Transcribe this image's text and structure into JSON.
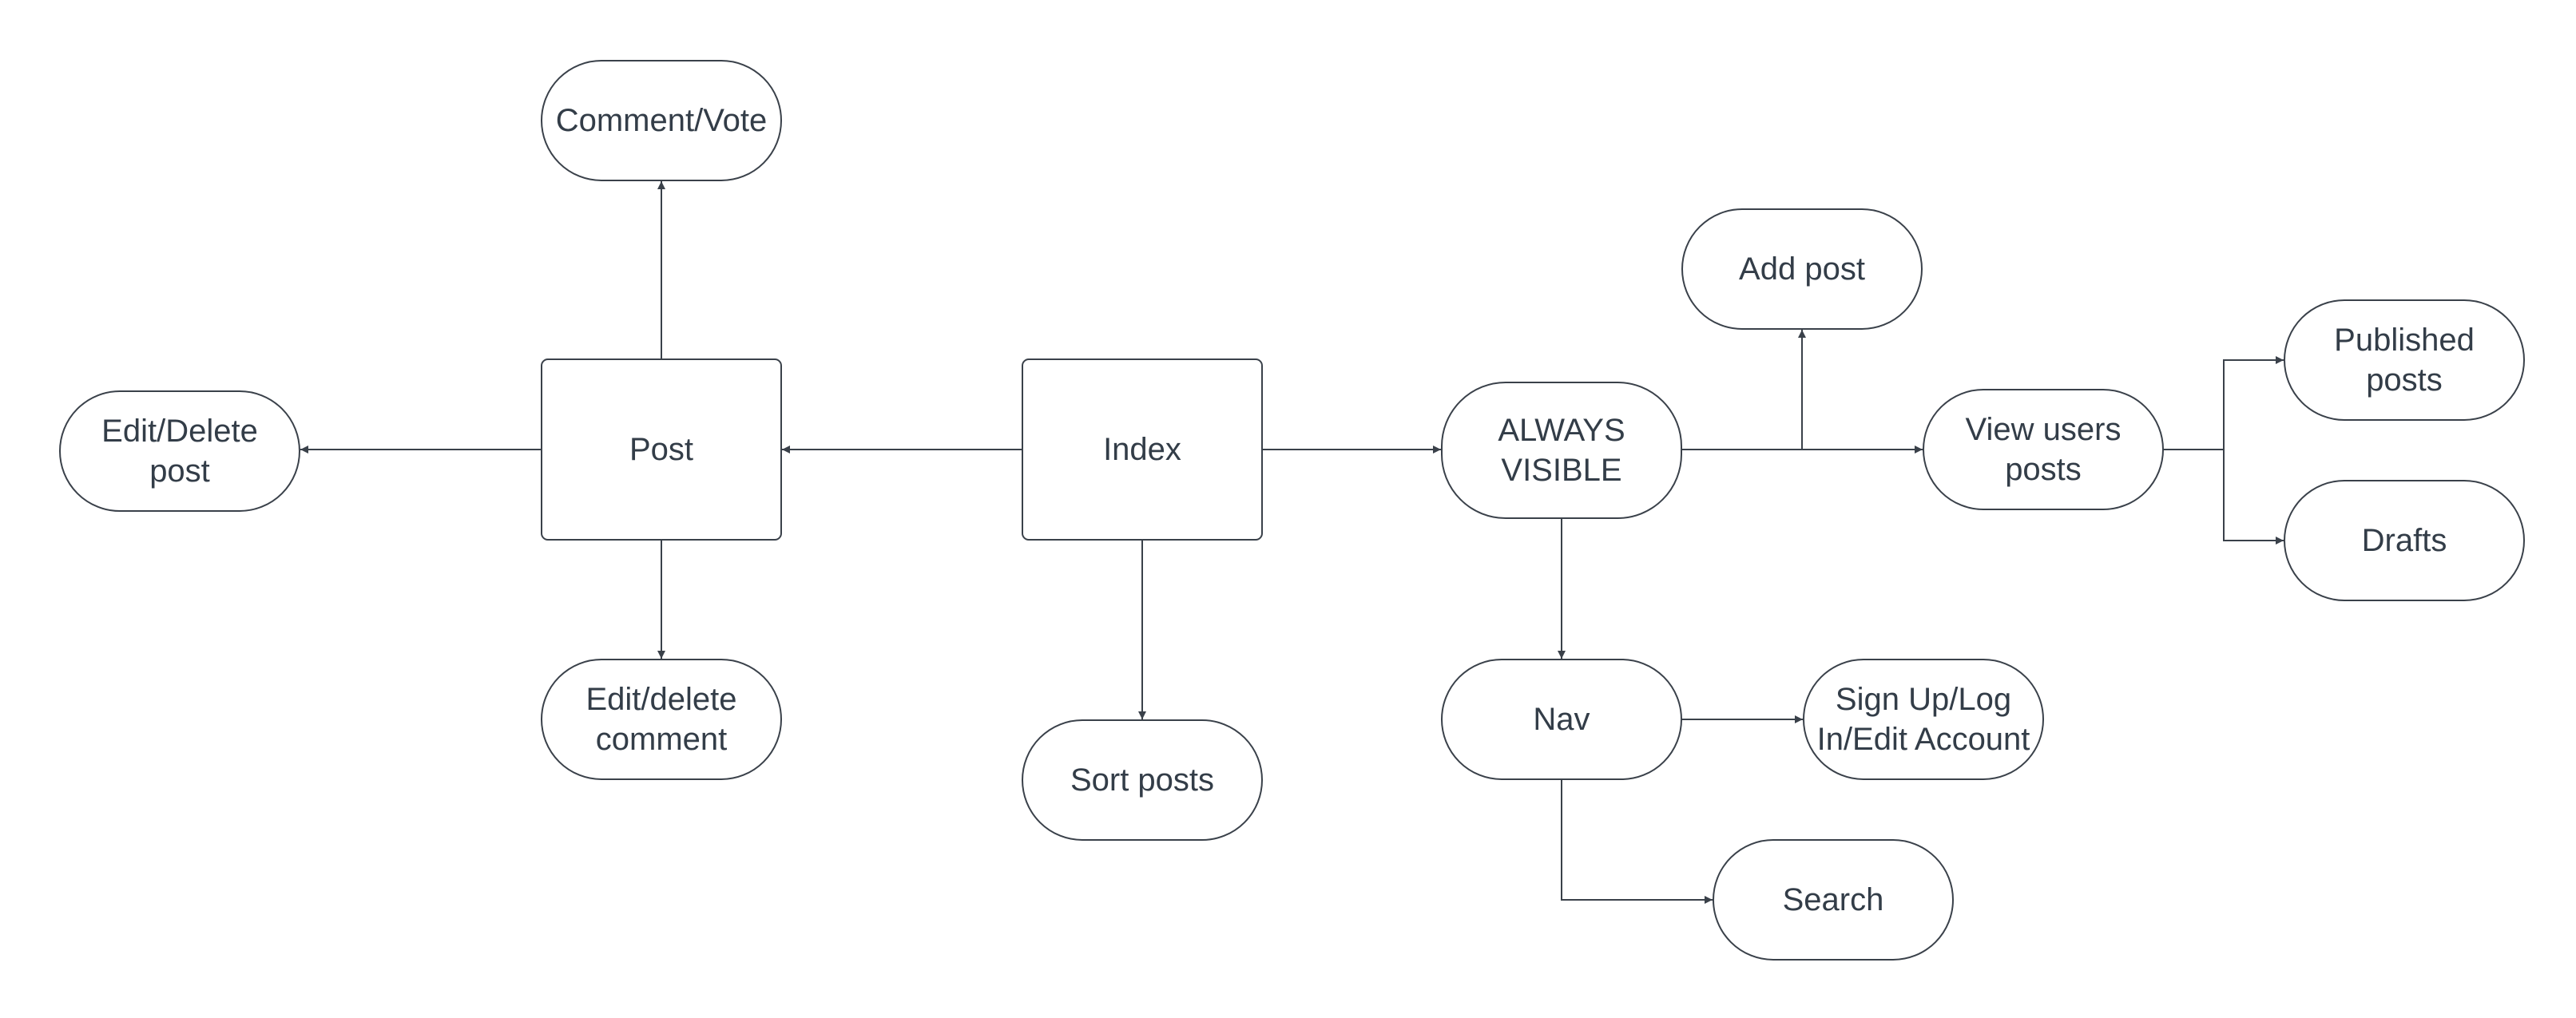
{
  "diagram": {
    "colors": {
      "stroke": "#3a414a",
      "text": "#333d48",
      "background": "#ffffff"
    },
    "nodes": [
      {
        "id": "comment-vote",
        "shape": "pill",
        "lines": [
          "Comment/Vote"
        ]
      },
      {
        "id": "edit-delete-post",
        "shape": "pill",
        "lines": [
          "Edit/Delete",
          "post"
        ]
      },
      {
        "id": "post",
        "shape": "box",
        "lines": [
          "Post"
        ]
      },
      {
        "id": "index",
        "shape": "box",
        "lines": [
          "Index"
        ]
      },
      {
        "id": "always-visible",
        "shape": "pill",
        "lines": [
          "ALWAYS",
          "VISIBLE"
        ]
      },
      {
        "id": "add-post",
        "shape": "pill",
        "lines": [
          "Add post"
        ]
      },
      {
        "id": "view-users-posts",
        "shape": "pill",
        "lines": [
          "View users",
          "posts"
        ]
      },
      {
        "id": "published-posts",
        "shape": "pill",
        "lines": [
          "Published",
          "posts"
        ]
      },
      {
        "id": "drafts",
        "shape": "pill",
        "lines": [
          "Drafts"
        ]
      },
      {
        "id": "edit-delete-comment",
        "shape": "pill",
        "lines": [
          "Edit/delete",
          "comment"
        ]
      },
      {
        "id": "sort-posts",
        "shape": "pill",
        "lines": [
          "Sort posts"
        ]
      },
      {
        "id": "nav",
        "shape": "pill",
        "lines": [
          "Nav"
        ]
      },
      {
        "id": "sign-up-log-in",
        "shape": "pill",
        "lines": [
          "Sign Up/Log",
          "In/Edit Account"
        ]
      },
      {
        "id": "search",
        "shape": "pill",
        "lines": [
          "Search"
        ]
      }
    ],
    "edges": [
      {
        "from": "post",
        "to": "comment-vote"
      },
      {
        "from": "post",
        "to": "edit-delete-post"
      },
      {
        "from": "post",
        "to": "edit-delete-comment"
      },
      {
        "from": "index",
        "to": "post"
      },
      {
        "from": "index",
        "to": "sort-posts"
      },
      {
        "from": "index",
        "to": "always-visible"
      },
      {
        "from": "always-visible",
        "to": "add-post"
      },
      {
        "from": "always-visible",
        "to": "view-users-posts"
      },
      {
        "from": "always-visible",
        "to": "nav"
      },
      {
        "from": "view-users-posts",
        "to": "published-posts"
      },
      {
        "from": "view-users-posts",
        "to": "drafts"
      },
      {
        "from": "nav",
        "to": "sign-up-log-in"
      },
      {
        "from": "nav",
        "to": "search"
      }
    ]
  }
}
